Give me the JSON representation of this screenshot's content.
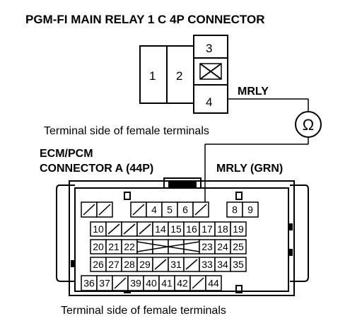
{
  "title": "PGM-FI MAIN RELAY 1 C 4P CONNECTOR",
  "relay_connector": {
    "pins": [
      "1",
      "2",
      "3",
      "4"
    ],
    "wire_label": "MRLY",
    "caption": "Terminal side of female terminals"
  },
  "meter": {
    "symbol": "Ω"
  },
  "ecm_connector": {
    "label_line1": "ECM/PCM",
    "label_line2": "CONNECTOR A (44P)",
    "wire_label": "MRLY (GRN)",
    "caption": "Terminal side of female terminals",
    "rows": [
      [
        "",
        "",
        "",
        "4",
        "5",
        "6",
        "",
        "8",
        "9"
      ],
      [
        "10",
        "",
        "",
        "",
        "14",
        "15",
        "16",
        "17",
        "18",
        "19"
      ],
      [
        "20",
        "21",
        "22",
        "",
        "",
        "",
        "",
        "23",
        "24",
        "25"
      ],
      [
        "26",
        "27",
        "28",
        "29",
        "",
        "31",
        "",
        "33",
        "34",
        "35"
      ],
      [
        "36",
        "37",
        "",
        "39",
        "40",
        "41",
        "42",
        "",
        "44"
      ]
    ]
  }
}
